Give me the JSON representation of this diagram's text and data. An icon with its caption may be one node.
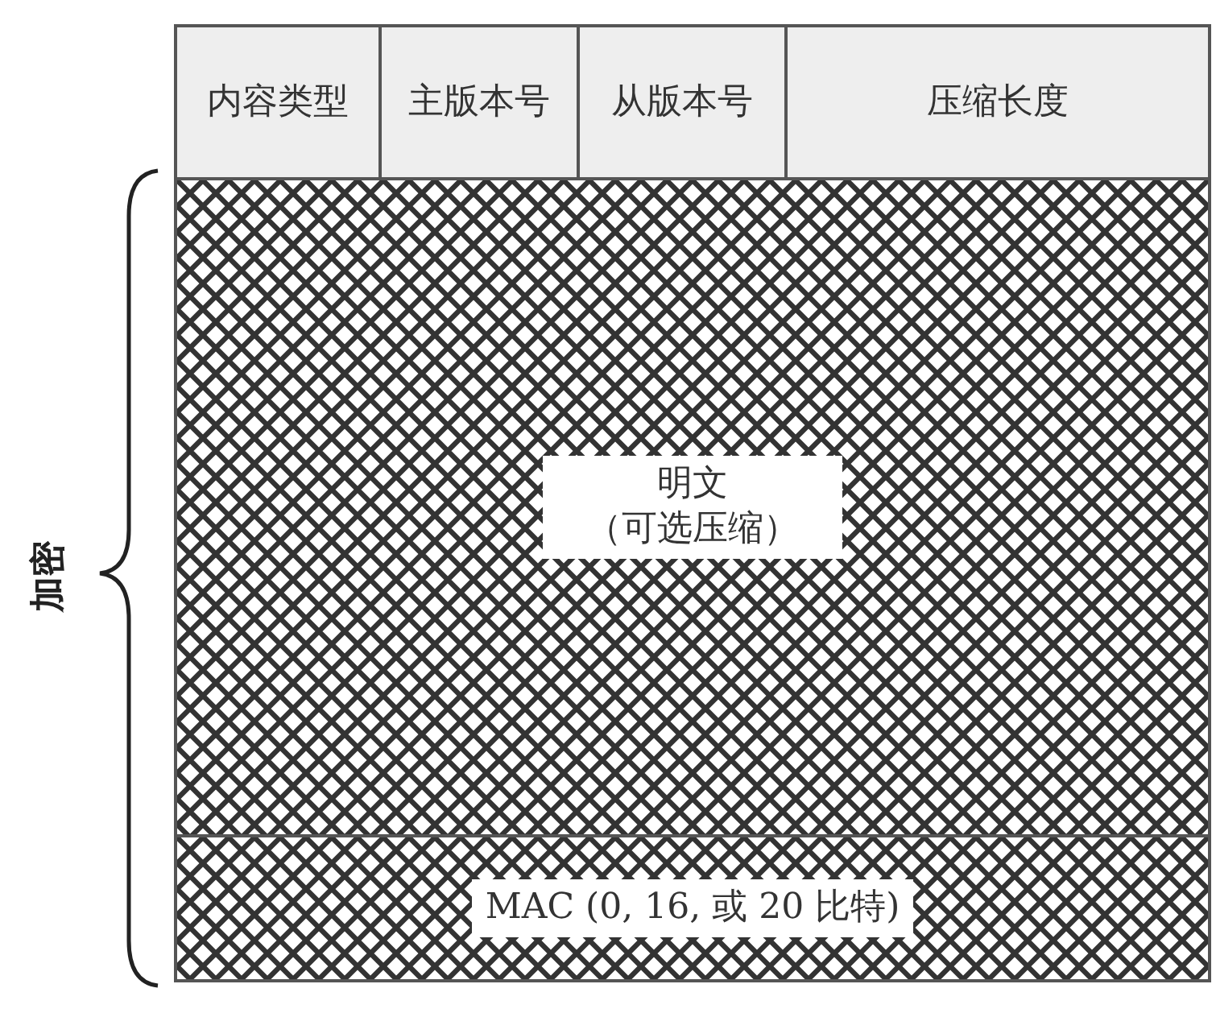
{
  "diagram": {
    "nodes": [
      {
        "text": [
          "内容类型"
        ]
      },
      {
        "text": [
          "主版本号"
        ]
      },
      {
        "text": [
          "从版本号"
        ]
      },
      {
        "text": [
          "压缩长度"
        ]
      },
      {
        "text": [
          "明文（可选压缩）"
        ]
      },
      {
        "text": [
          "MAC (0, 16, 或 20 比特)"
        ]
      }
    ],
    "labels": [
      "加密"
    ]
  }
}
